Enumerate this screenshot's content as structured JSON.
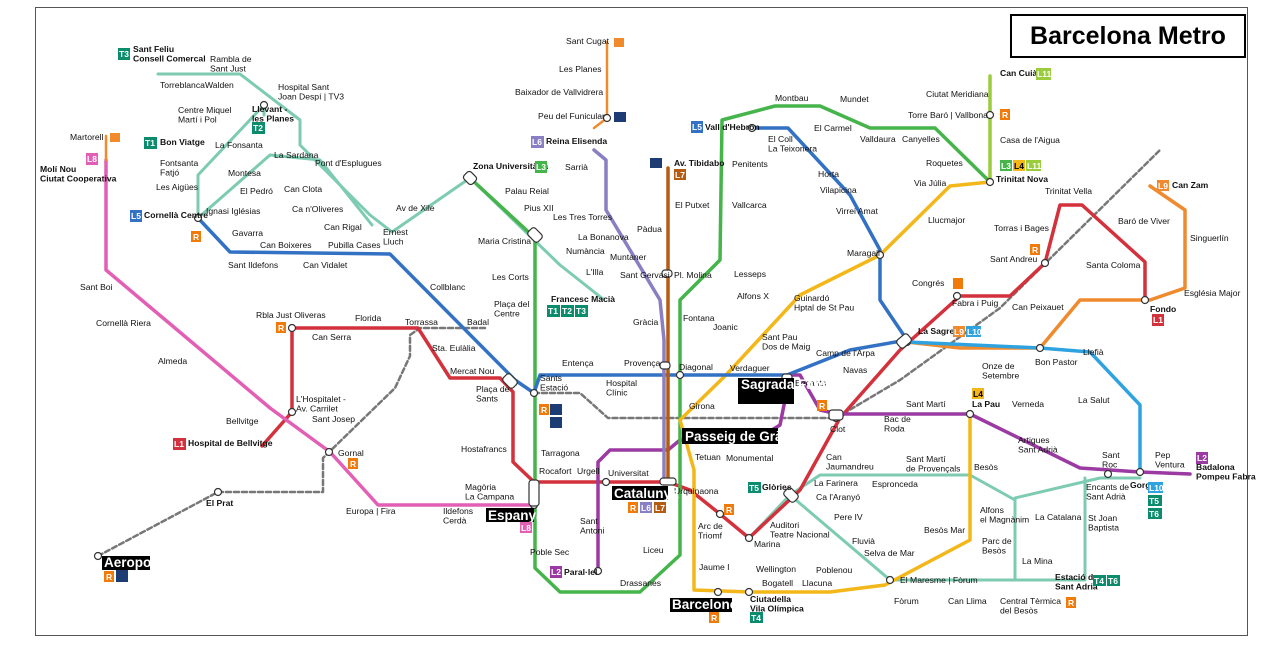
{
  "title": "Barcelona Metro",
  "colors": {
    "L1": "#d3313b",
    "L2": "#9b3aa3",
    "L3": "#45b44a",
    "L4": "#f3b71a",
    "L5": "#3271c4",
    "L6": "#8b7fc4",
    "L7": "#b45d12",
    "L8": "#e25fb5",
    "L9": "#ef8a2e",
    "L10": "#2fa3e0",
    "L11": "#9acc3c",
    "Tram": "#7ccbb2",
    "Rail": "#777777",
    "Funicular": "#f08a2a"
  },
  "line_badges": {
    "L1": "L1",
    "L2": "L2",
    "L3": "L3",
    "L4": "L4",
    "L5": "L5",
    "L6": "L6",
    "L7": "L7",
    "L8": "L8",
    "L9": "L9",
    "L10": "L10",
    "L11": "L11",
    "T1": "T1",
    "T2": "T2",
    "T3": "T3",
    "T4": "T4",
    "T5": "T5",
    "T6": "T6",
    "R": "R"
  },
  "stations": {
    "sant_feliu": "Sant Feliu\nConsell Comercal",
    "torreblanca": "Torreblanca",
    "walden": "Walden",
    "rambla_sant_just": "Rambla de\nSant Just",
    "hospital_sant_joan": "Hospital Sant\nJoan Despí | TV3",
    "llevant": "Llevant -\nles Planes",
    "centre_miquel": "Centre Miquel\nMartí i Pol",
    "la_fonsanta": "La Fonsanta",
    "bon_viatge": "Bon Viatge",
    "fontsanta_fatjo": "Fontsanta\nFatjó",
    "les_aigues": "Les Aigües",
    "la_sardana": "La Sardana",
    "pont_esplugues": "Pont d'Esplugues",
    "montesa": "Montesa",
    "el_pedro": "El Pedró",
    "can_clota": "Can Clota",
    "ignasi_iglesias": "Ignasi Iglésias",
    "ca_noliveres": "Ca n'Oliveres",
    "can_rigal": "Can Rigal",
    "ernest_lluch": "Ernest\nLluch",
    "av_xile": "Av de Xile",
    "cornella_centre": "Cornellà Centre",
    "gavarra": "Gavarra",
    "can_boixeres": "Can Boixeres",
    "pubilla_cases": "Pubilla Cases",
    "sant_ildefons": "Sant Ildefons",
    "can_vidalet": "Can Vidalet",
    "collblanc": "Collblanc",
    "martorell": "Martorell",
    "moli_nou": "Molí Nou\nCiutat Cooperativa",
    "sant_boi": "Sant Boi",
    "cornella_riera": "Cornellà Riera",
    "almeda": "Almeda",
    "hospital_bellvitge": "Hospital de Bellvitge",
    "bellvitge": "Bellvitge",
    "lhospitalet": "L'Hospitalet -\nAv. Carrilet",
    "sant_josep": "Sant Josep",
    "gornal": "Gornal",
    "el_prat": "El Prat",
    "aeroport": "Aeroport",
    "rbla_just_oliveras": "Rbla Just Oliveras",
    "can_serra": "Can Serra",
    "florida": "Florida",
    "torrassa": "Torrassa",
    "sta_eulalia": "Sta. Eulàlia",
    "mercat_nou": "Mercat Nou",
    "badal": "Badal",
    "placa_sants": "Plaça de\nSants",
    "sants_estacio": "Sants\nEstació",
    "hostafrancs": "Hostafrancs",
    "tarragona": "Tarragona",
    "rocafort": "Rocafort",
    "urgell": "Urgell",
    "universitat": "Universitat",
    "magoria": "Magòria\nLa Campana",
    "europa_fira": "Europa | Fira",
    "ildefons_cerda": "Ildefons\nCerdà",
    "espanya": "Espanya",
    "sant_cugat": "Sant Cugat",
    "les_planes": "Les Planes",
    "baixador_vallvidrera": "Baixador de Vallvidrera",
    "peu_funicular": "Peu del Funicular",
    "reina_elisenda": "Reina Elisenda",
    "sarria": "Sarrià",
    "les_tres_torres": "Les Tres Torres",
    "la_bonanova": "La Bonanova",
    "muntaner": "Muntaner",
    "padua": "Pàdua",
    "av_tibidabo": "Av. Tibidabo",
    "el_putxet": "El Putxet",
    "sant_gervasi": "Sant Gervasi",
    "pl_molina": "Pl. Molina",
    "zona_universitaria": "Zona Universitària",
    "palau_reial": "Palau Reial",
    "pius_xii": "Pius XII",
    "maria_cristina": "Maria Cristina",
    "numancia": "Numància",
    "lilla": "L'Illa",
    "francesc_macia": "Francesc Macià",
    "les_corts": "Les Corts",
    "placa_centre": "Plaça del\nCentre",
    "gracia": "Gràcia",
    "fontana": "Fontana",
    "diagonal": "Diagonal",
    "provenca": "Provença",
    "entenca": "Entença",
    "hospital_clinic": "Hospital\nClínic",
    "passeig_gracia": "Passeig de Gràcia",
    "catalunya": "Catalunya",
    "urquinaona": "Urquinaona",
    "liceu": "Liceu",
    "drassanes": "Drassanes",
    "parallel": "Paral·lel",
    "poble_sec": "Poble Sec",
    "sant_antoni": "Sant\nAntoni",
    "vall_hebron": "Vall d'Hebron",
    "montbau": "Montbau",
    "mundet": "Mundet",
    "valldaura": "Valldaura",
    "canyelles": "Canyelles",
    "roquetes": "Roquetes",
    "trinitat_nova": "Trinitat Nova",
    "penitents": "Penitents",
    "vallcarca": "Vallcarca",
    "lesseps": "Lesseps",
    "el_coll": "El Coll\nLa Teixonera",
    "el_carmel": "El Carmel",
    "horta": "Horta",
    "vilapicina": "Vilapicina",
    "virrei_amat": "Virrei Amat",
    "maragall": "Maragall",
    "congres": "Congrés",
    "la_sagrera": "La Sagrera",
    "sagrada_familia": "Sagrada Família",
    "sant_pau": "Sant Pau\nDos de Maig",
    "camp_arpa": "Camp de l'Arpa",
    "verdaguer": "Verdaguer",
    "girona": "Girona",
    "tetuan": "Tetuan",
    "monumental": "Monumental",
    "alfons_x": "Alfons X",
    "joanic": "Joanic",
    "guinardo": "Guinardó\nHptal de St Pau",
    "llucmajor": "Llucmajor",
    "via_julia": "Via Júlia",
    "ciutat_meridiana": "Ciutat Meridiana",
    "torre_baro": "Torre Baró | Vallbona",
    "casa_aigua": "Casa de l'Aigua",
    "can_cuias": "Can Cuiàs",
    "encants": "Encants",
    "navas": "Navas",
    "clot": "Clot",
    "bac_roda": "Bac de\nRoda",
    "sant_marti": "Sant Martí",
    "la_pau": "La Pau",
    "verneda": "Verneda",
    "artigues": "Artigues\nSant Adrià",
    "sant_roc": "Sant\nRoc",
    "gorg": "Gorg",
    "pep_ventura": "Pep\nVentura",
    "badalona": "Badalona\nPompeu Fabra",
    "fabra_puig": "Fabra i Puig",
    "sant_andreu": "Sant Andreu",
    "torras_bages": "Torras i Bages",
    "trinitat_vella": "Trinitat Vella",
    "baro_viver": "Baró de Viver",
    "santa_coloma": "Santa Coloma",
    "fondo": "Fondo",
    "can_zam": "Can Zam",
    "singuerlin": "Singuerlín",
    "esglesia_major": "Església Major",
    "can_peixauet": "Can Peixauet",
    "bon_pastor": "Bon Pastor",
    "onze_setembre": "Onze de\nSetembre",
    "llefia": "Llefià",
    "la_salut": "La Salut",
    "encants_sant_adria": "Encants de\nSant Adrià",
    "sant_joan_baptista": "St Joan\nBaptista",
    "la_catalana": "La Catalana",
    "la_mina": "La Mina",
    "estacio_sant_adria": "Estació de\nSant Adrià",
    "central_termica": "Central Tèrmica\ndel Besòs",
    "parc_besos": "Parc de\nBesòs",
    "alfons_magnanim": "Alfons\nel Magnànim",
    "besos": "Besòs",
    "besos_mar": "Besòs Mar",
    "el_maresme": "El Maresme | Fòrum",
    "forum": "Fòrum",
    "can_llima": "Can Llima",
    "selva_mar": "Selva de Mar",
    "poblenou": "Poblenou",
    "llacuna": "Llacuna",
    "bogatell": "Bogatell",
    "ciutadella": "Ciutadella\nVila Olímpica",
    "barceloneta": "Barceloneta",
    "jaume_i": "Jaume I",
    "arc_triomf": "Arc de\nTriomf",
    "marina": "Marina",
    "wellington": "Wellington",
    "auditori": "Auditori\nTeatre Nacional",
    "glories": "Glòries",
    "can_jaumandreu": "Can\nJaumandreu",
    "la_farinera": "La Farinera",
    "ca_laranyo": "Ca l'Aranyó",
    "pere_iv": "Pere IV",
    "fluvia": "Fluvià",
    "sant_marti_provencals": "Sant Martí\nde Provençals",
    "espronceda": "Espronceda"
  }
}
